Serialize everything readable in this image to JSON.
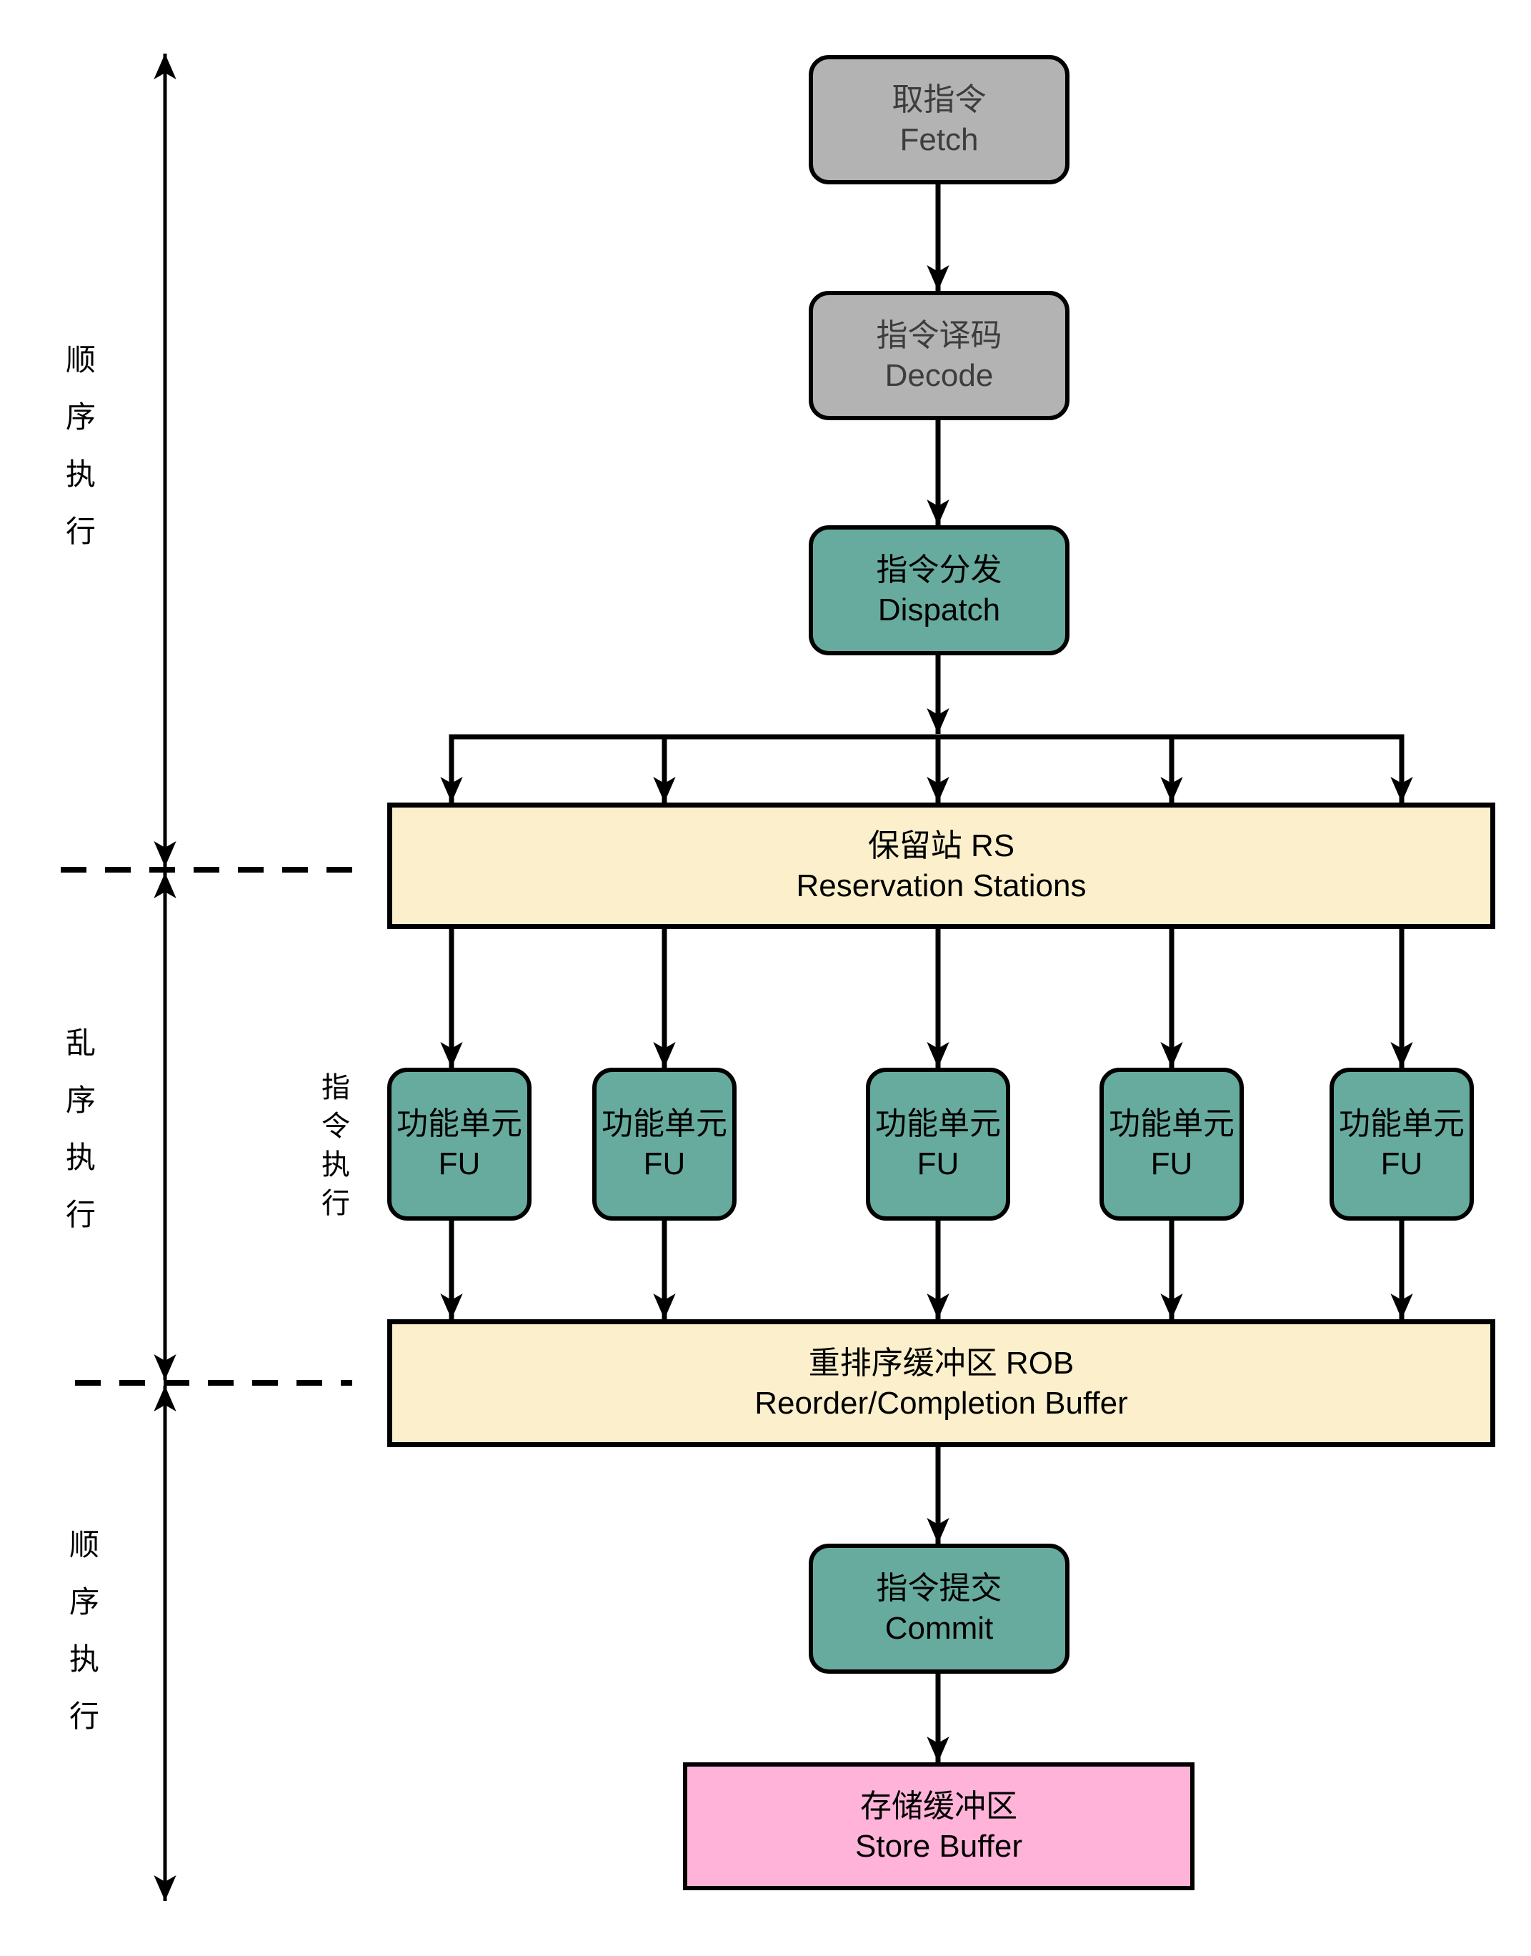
{
  "diagram": {
    "nodes": {
      "fetch": {
        "zh": "取指令",
        "en": "Fetch"
      },
      "decode": {
        "zh": "指令译码",
        "en": "Decode"
      },
      "dispatch": {
        "zh": "指令分发",
        "en": "Dispatch"
      },
      "reservation_stations": {
        "zh": "保留站 RS",
        "en": "Reservation Stations"
      },
      "functional_unit": {
        "zh": "功能单元",
        "en": "FU"
      },
      "reorder_buffer": {
        "zh": "重排序缓冲区 ROB",
        "en": "Reorder/Completion Buffer"
      },
      "commit": {
        "zh": "指令提交",
        "en": "Commit"
      },
      "store_buffer": {
        "zh": "存储缓冲区",
        "en": "Store Buffer"
      }
    },
    "functional_unit_count": 5,
    "side_labels": {
      "top": "顺序执行",
      "middle": "乱序执行",
      "bottom": "顺序执行",
      "execute": "指令执行"
    },
    "colors": {
      "stage_gray": "#B3B3B3",
      "stage_teal": "#67AB9F",
      "buffer_cream": "#FBF0CB",
      "store_pink": "#FFB3D9",
      "line_black": "#000000"
    }
  }
}
